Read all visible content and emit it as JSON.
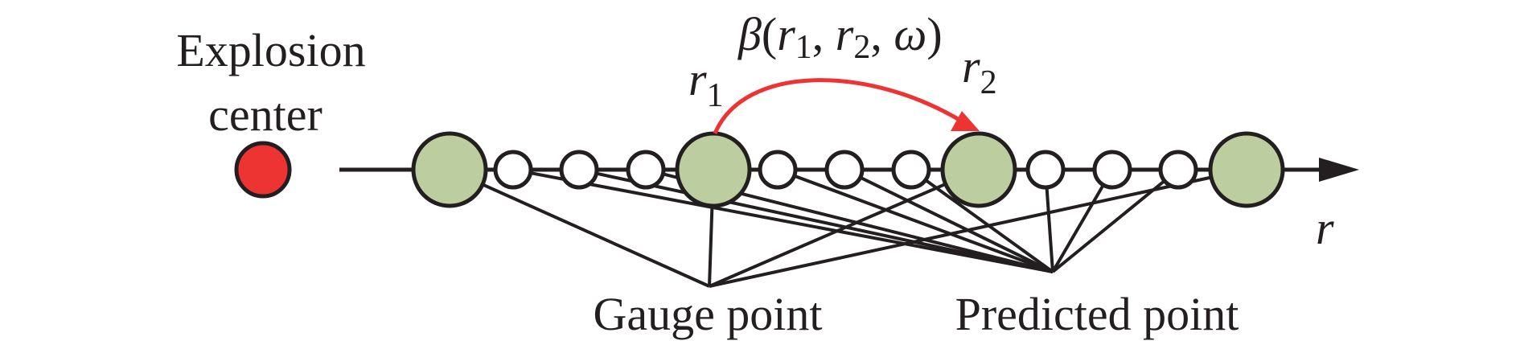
{
  "title_formula": {
    "func": "β",
    "open": "(",
    "arg1": "r",
    "arg1_sub": "1",
    "sep1": ", ",
    "arg2": "r",
    "arg2_sub": "2",
    "sep2": ", ",
    "arg3": "ω",
    "close": ")"
  },
  "labels": {
    "explosion_line1": "Explosion",
    "explosion_line2": "center",
    "r1": "r",
    "r1_sub": "1",
    "r2": "r",
    "r2_sub": "2",
    "axis": "r",
    "gauge": "Gauge point",
    "predicted": "Predicted point"
  },
  "colors": {
    "explosion_fill": "#EE3333",
    "gauge_fill": "#BCCDA0",
    "predicted_fill": "#FFFFFF",
    "stroke": "#231F20",
    "arc": "#EE3333"
  },
  "nodes": [
    {
      "type": "gauge"
    },
    {
      "type": "predicted"
    },
    {
      "type": "predicted"
    },
    {
      "type": "predicted"
    },
    {
      "type": "gauge",
      "marker": "r1"
    },
    {
      "type": "predicted"
    },
    {
      "type": "predicted"
    },
    {
      "type": "predicted"
    },
    {
      "type": "gauge",
      "marker": "r2"
    },
    {
      "type": "predicted"
    },
    {
      "type": "predicted"
    },
    {
      "type": "predicted"
    },
    {
      "type": "gauge"
    }
  ],
  "connections": {
    "gauge_nodes_to": "gauge_point",
    "predicted_nodes_to": "predicted_point"
  }
}
